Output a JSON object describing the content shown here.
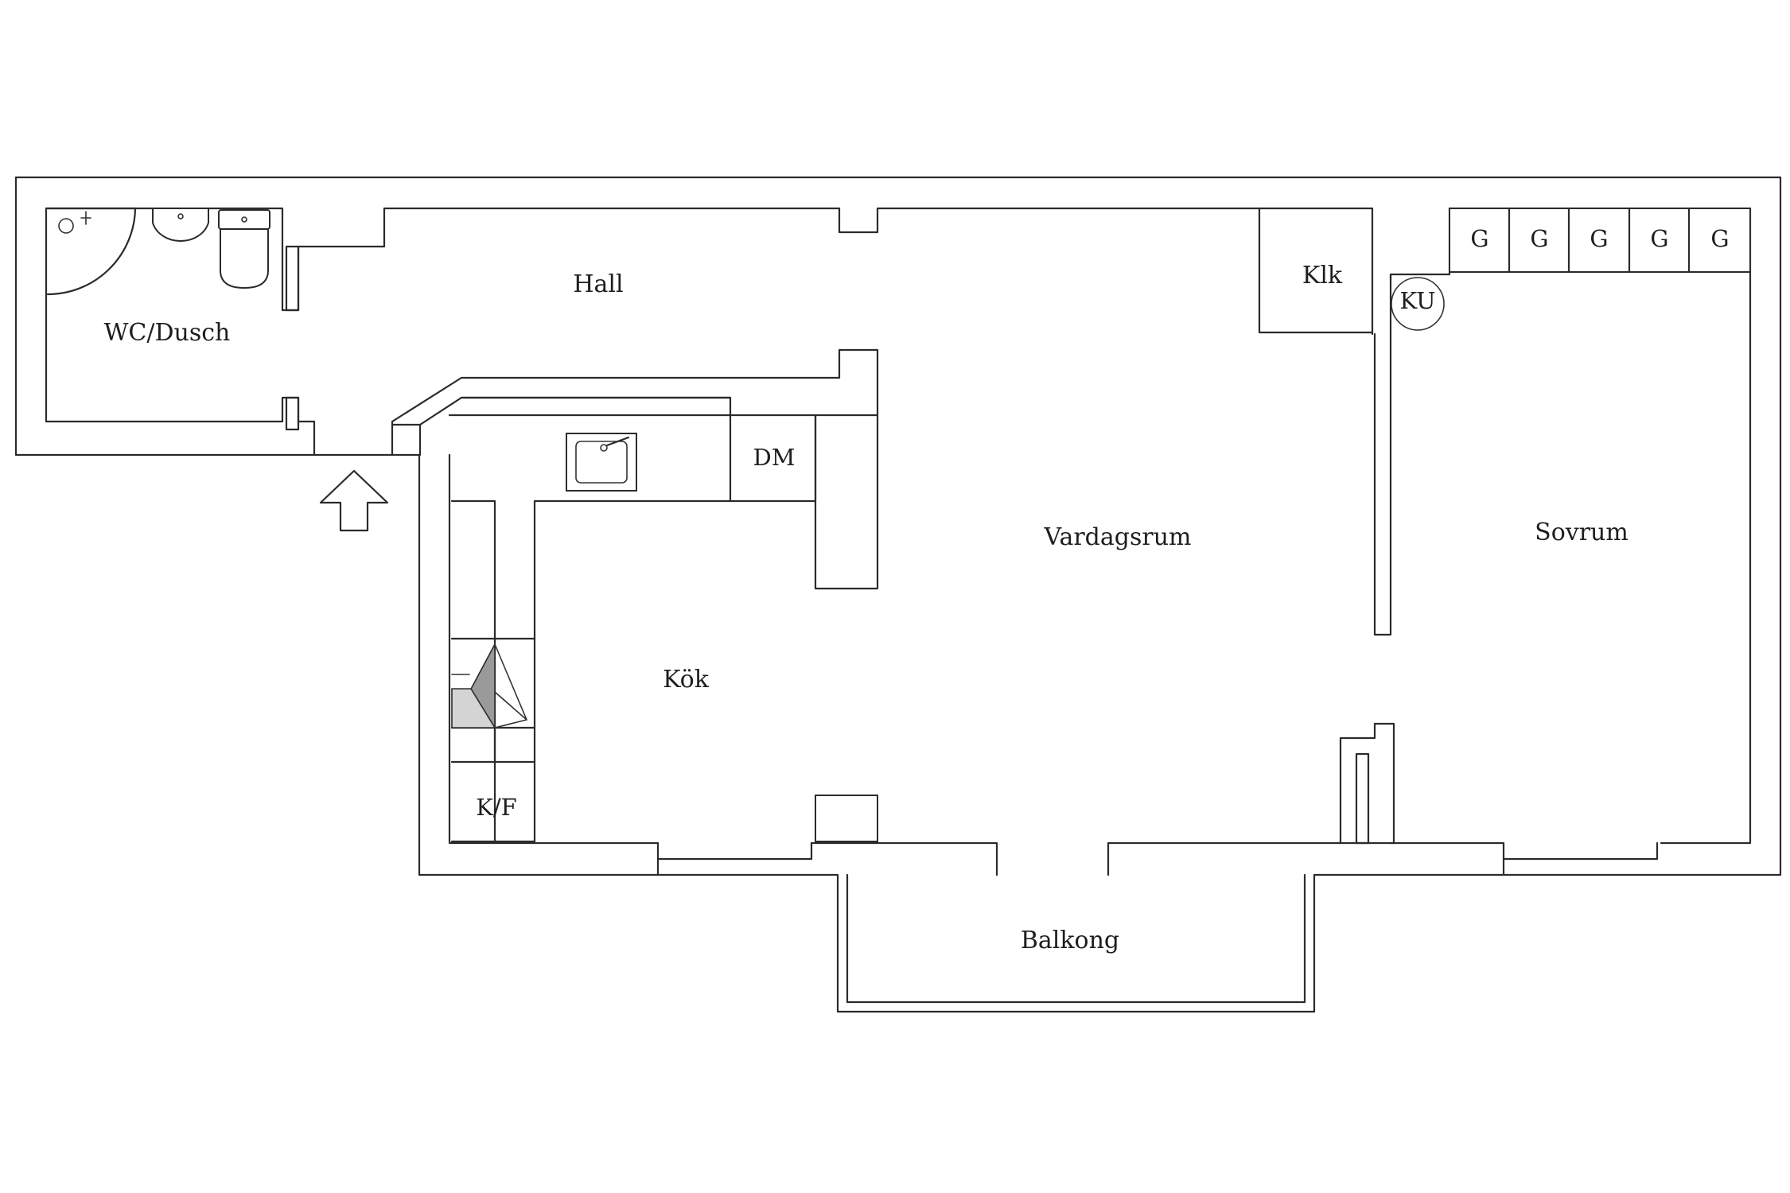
{
  "rooms": {
    "wc": "WC/Dusch",
    "hall": "Hall",
    "klk": "Klk",
    "ku": "KU",
    "kok": "Kök",
    "dm": "DM",
    "kf": "K/F",
    "vardagsrum": "Vardagsrum",
    "sovrum": "Sovrum",
    "balkong": "Balkong"
  },
  "wardrobes": [
    "G",
    "G",
    "G",
    "G",
    "G"
  ],
  "colors": {
    "line": "#2b2b2b",
    "stove_dark": "#9a9a9a",
    "stove_light": "#d4d4d4"
  }
}
